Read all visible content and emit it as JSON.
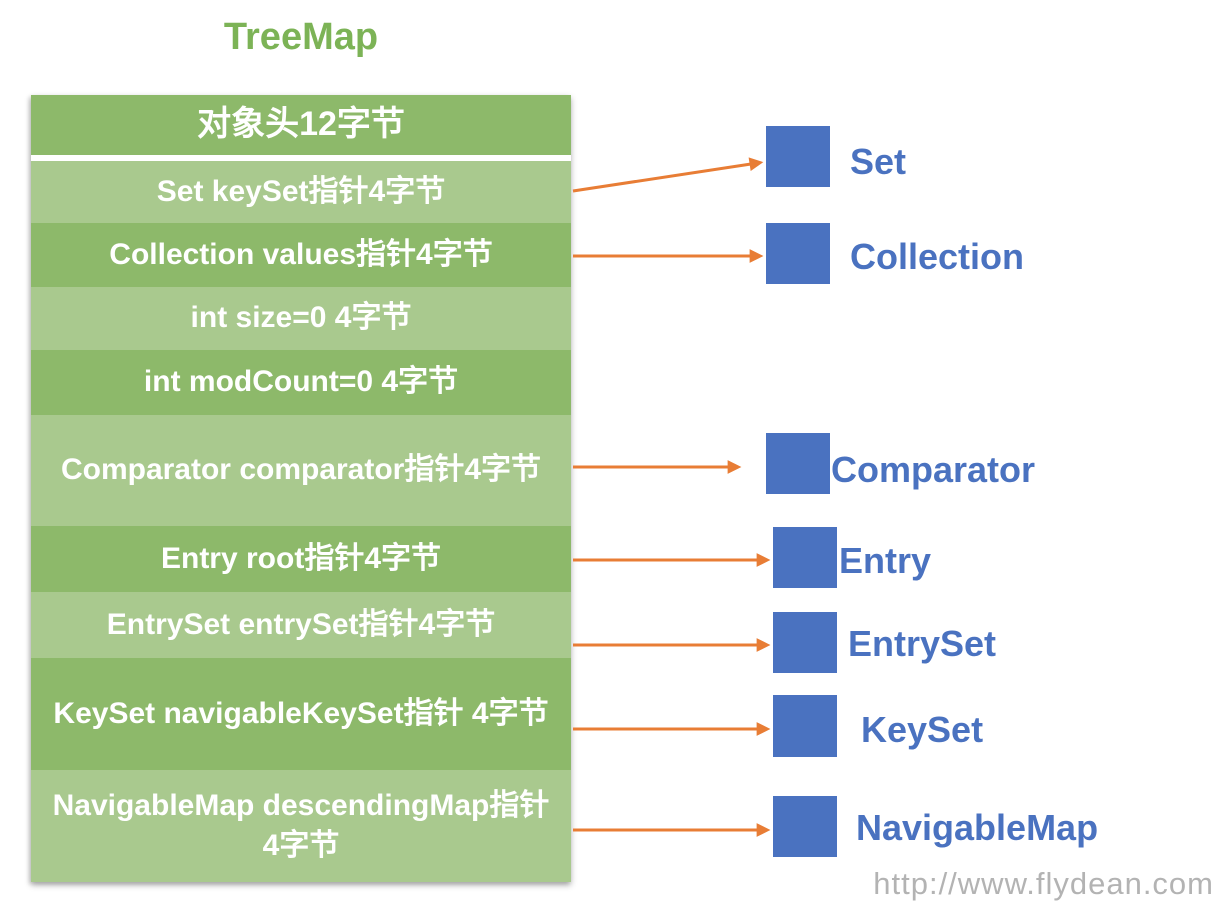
{
  "title": "TreeMap",
  "table": {
    "header": "对象头12字节",
    "rows": [
      {
        "text": "Set keySet指针4字节"
      },
      {
        "text": "Collection values指针4字节"
      },
      {
        "text": "int size=0 4字节"
      },
      {
        "text": "int modCount=0 4字节"
      },
      {
        "text": "Comparator comparator指针4字节"
      },
      {
        "text": "Entry root指针4字节"
      },
      {
        "text": "EntrySet entrySet指针4字节"
      },
      {
        "text": "KeySet navigableKeySet指针 4字节"
      },
      {
        "text": "NavigableMap descendingMap指针 4字节"
      }
    ]
  },
  "references": [
    {
      "label": "Set"
    },
    {
      "label": "Collection"
    },
    {
      "label": "Comparator"
    },
    {
      "label": "Entry"
    },
    {
      "label": "EntrySet"
    },
    {
      "label": "KeySet"
    },
    {
      "label": "NavigableMap"
    }
  ],
  "watermark": "http://www.flydean.com",
  "colors": {
    "row-dark": "#8db96a",
    "row-light": "#a9c98e",
    "title-green": "#7cb356",
    "node-blue": "#4a72c0",
    "arrow-orange": "#e87d35",
    "watermark-gray": "#b3b3b3"
  }
}
